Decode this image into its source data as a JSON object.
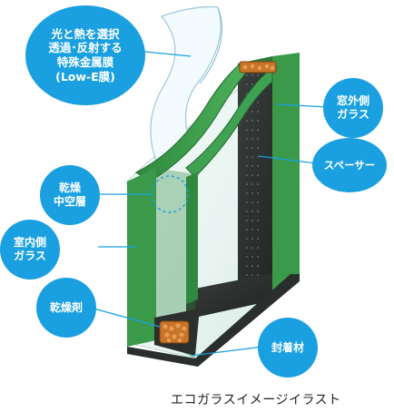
{
  "labels": {
    "low_e": [
      "光と熱を選択",
      "透過･反射する",
      "特殊金属膜",
      "(Low-E膜)"
    ],
    "outer_glass": [
      "窓外側",
      "ガラス"
    ],
    "spacer": [
      "スペーサー"
    ],
    "dry_air": [
      "乾燥",
      "中空層"
    ],
    "inner_glass": [
      "室内側",
      "ガラス"
    ],
    "desiccant": [
      "乾燥剤"
    ],
    "sealant": [
      "封着材"
    ]
  },
  "caption": "エコガラスイメージイラスト",
  "colors": {
    "bubble": "#1aa0e0",
    "glass_green": "#3a9a4a",
    "glass_green_dark": "#1f6a2e",
    "glass_surface": "#eef7f4",
    "frame_dark": "#2b2f2e",
    "desiccant": "#c8742a"
  }
}
